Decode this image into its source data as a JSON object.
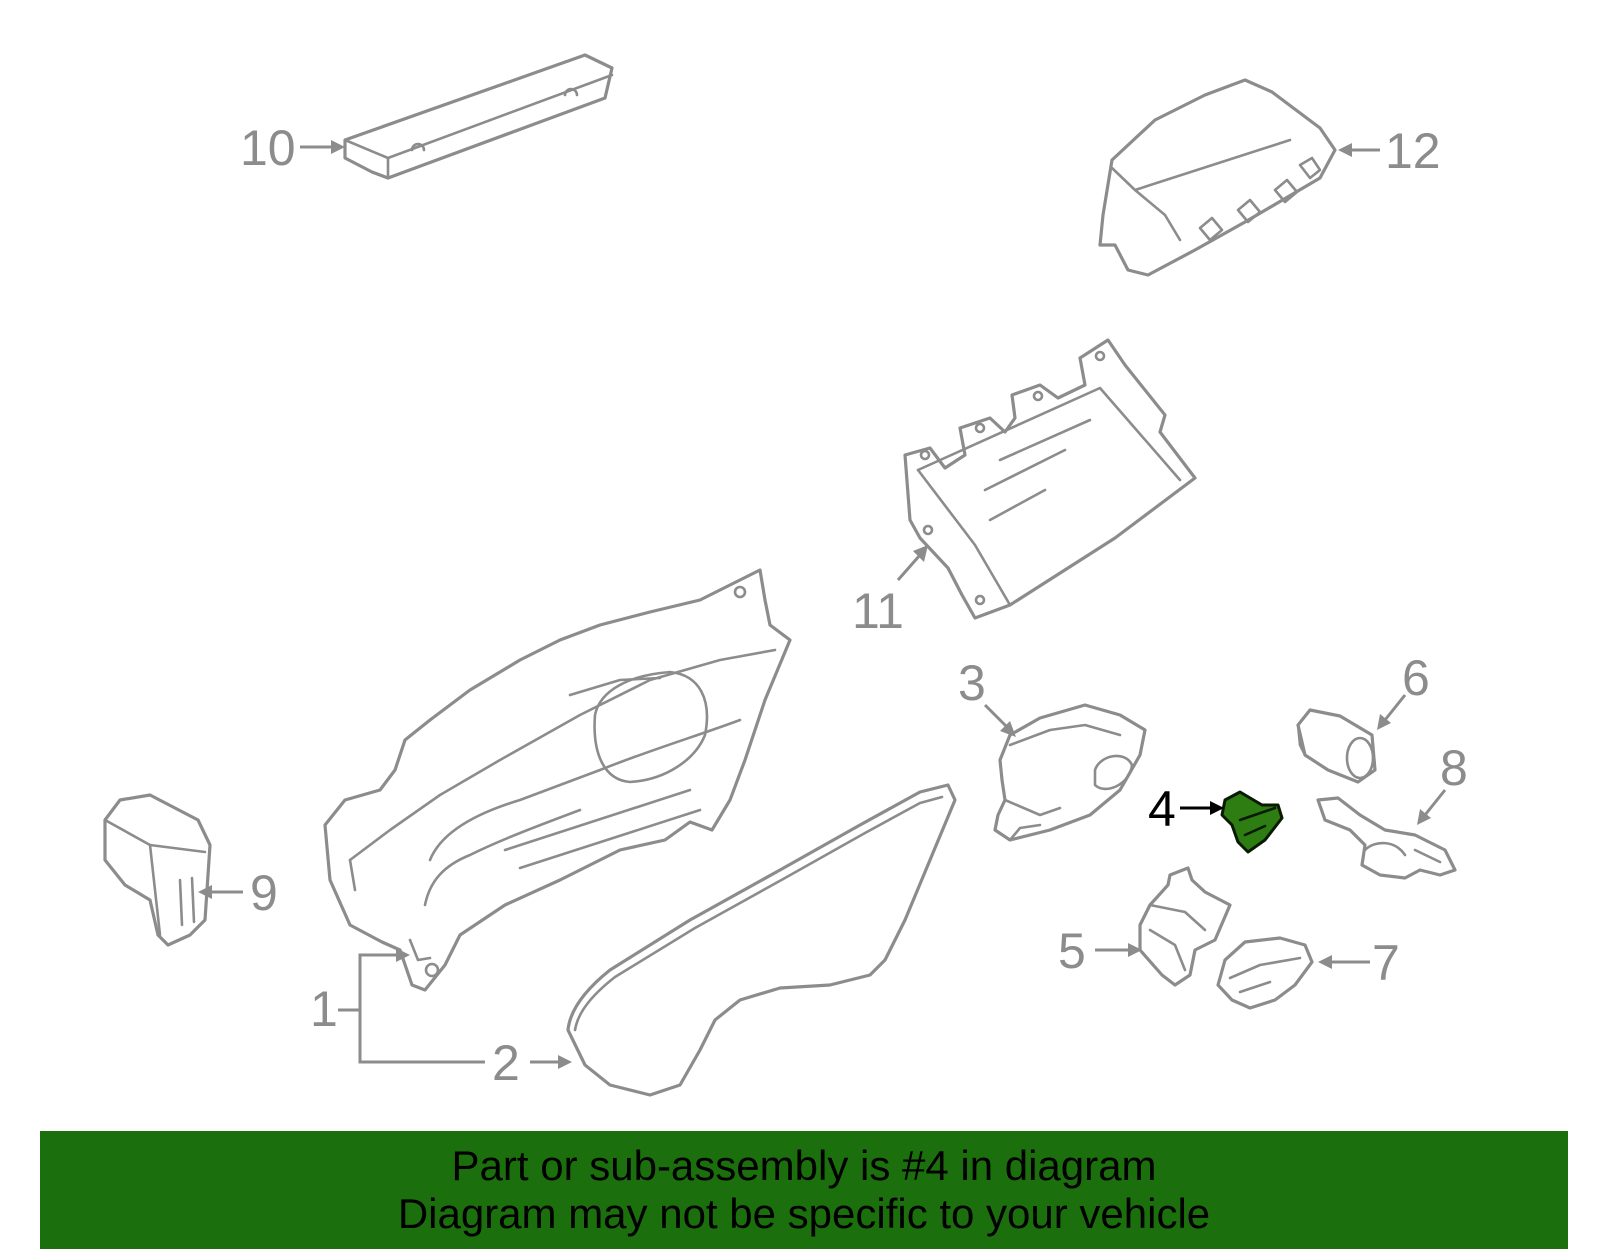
{
  "callouts": {
    "c1": "1",
    "c2": "2",
    "c3": "3",
    "c4": "4",
    "c5": "5",
    "c6": "6",
    "c7": "7",
    "c8": "8",
    "c9": "9",
    "c10": "10",
    "c11": "11",
    "c12": "12"
  },
  "highlighted_part": "4",
  "colors": {
    "line": "#8c8c8c",
    "highlight_fill": "#2e7d12",
    "banner_bg": "#1b6f0c",
    "banner_text": "#000000"
  },
  "banner": {
    "line1": "Part or sub-assembly is #4 in diagram",
    "line2": "Diagram may not be specific to your vehicle"
  }
}
